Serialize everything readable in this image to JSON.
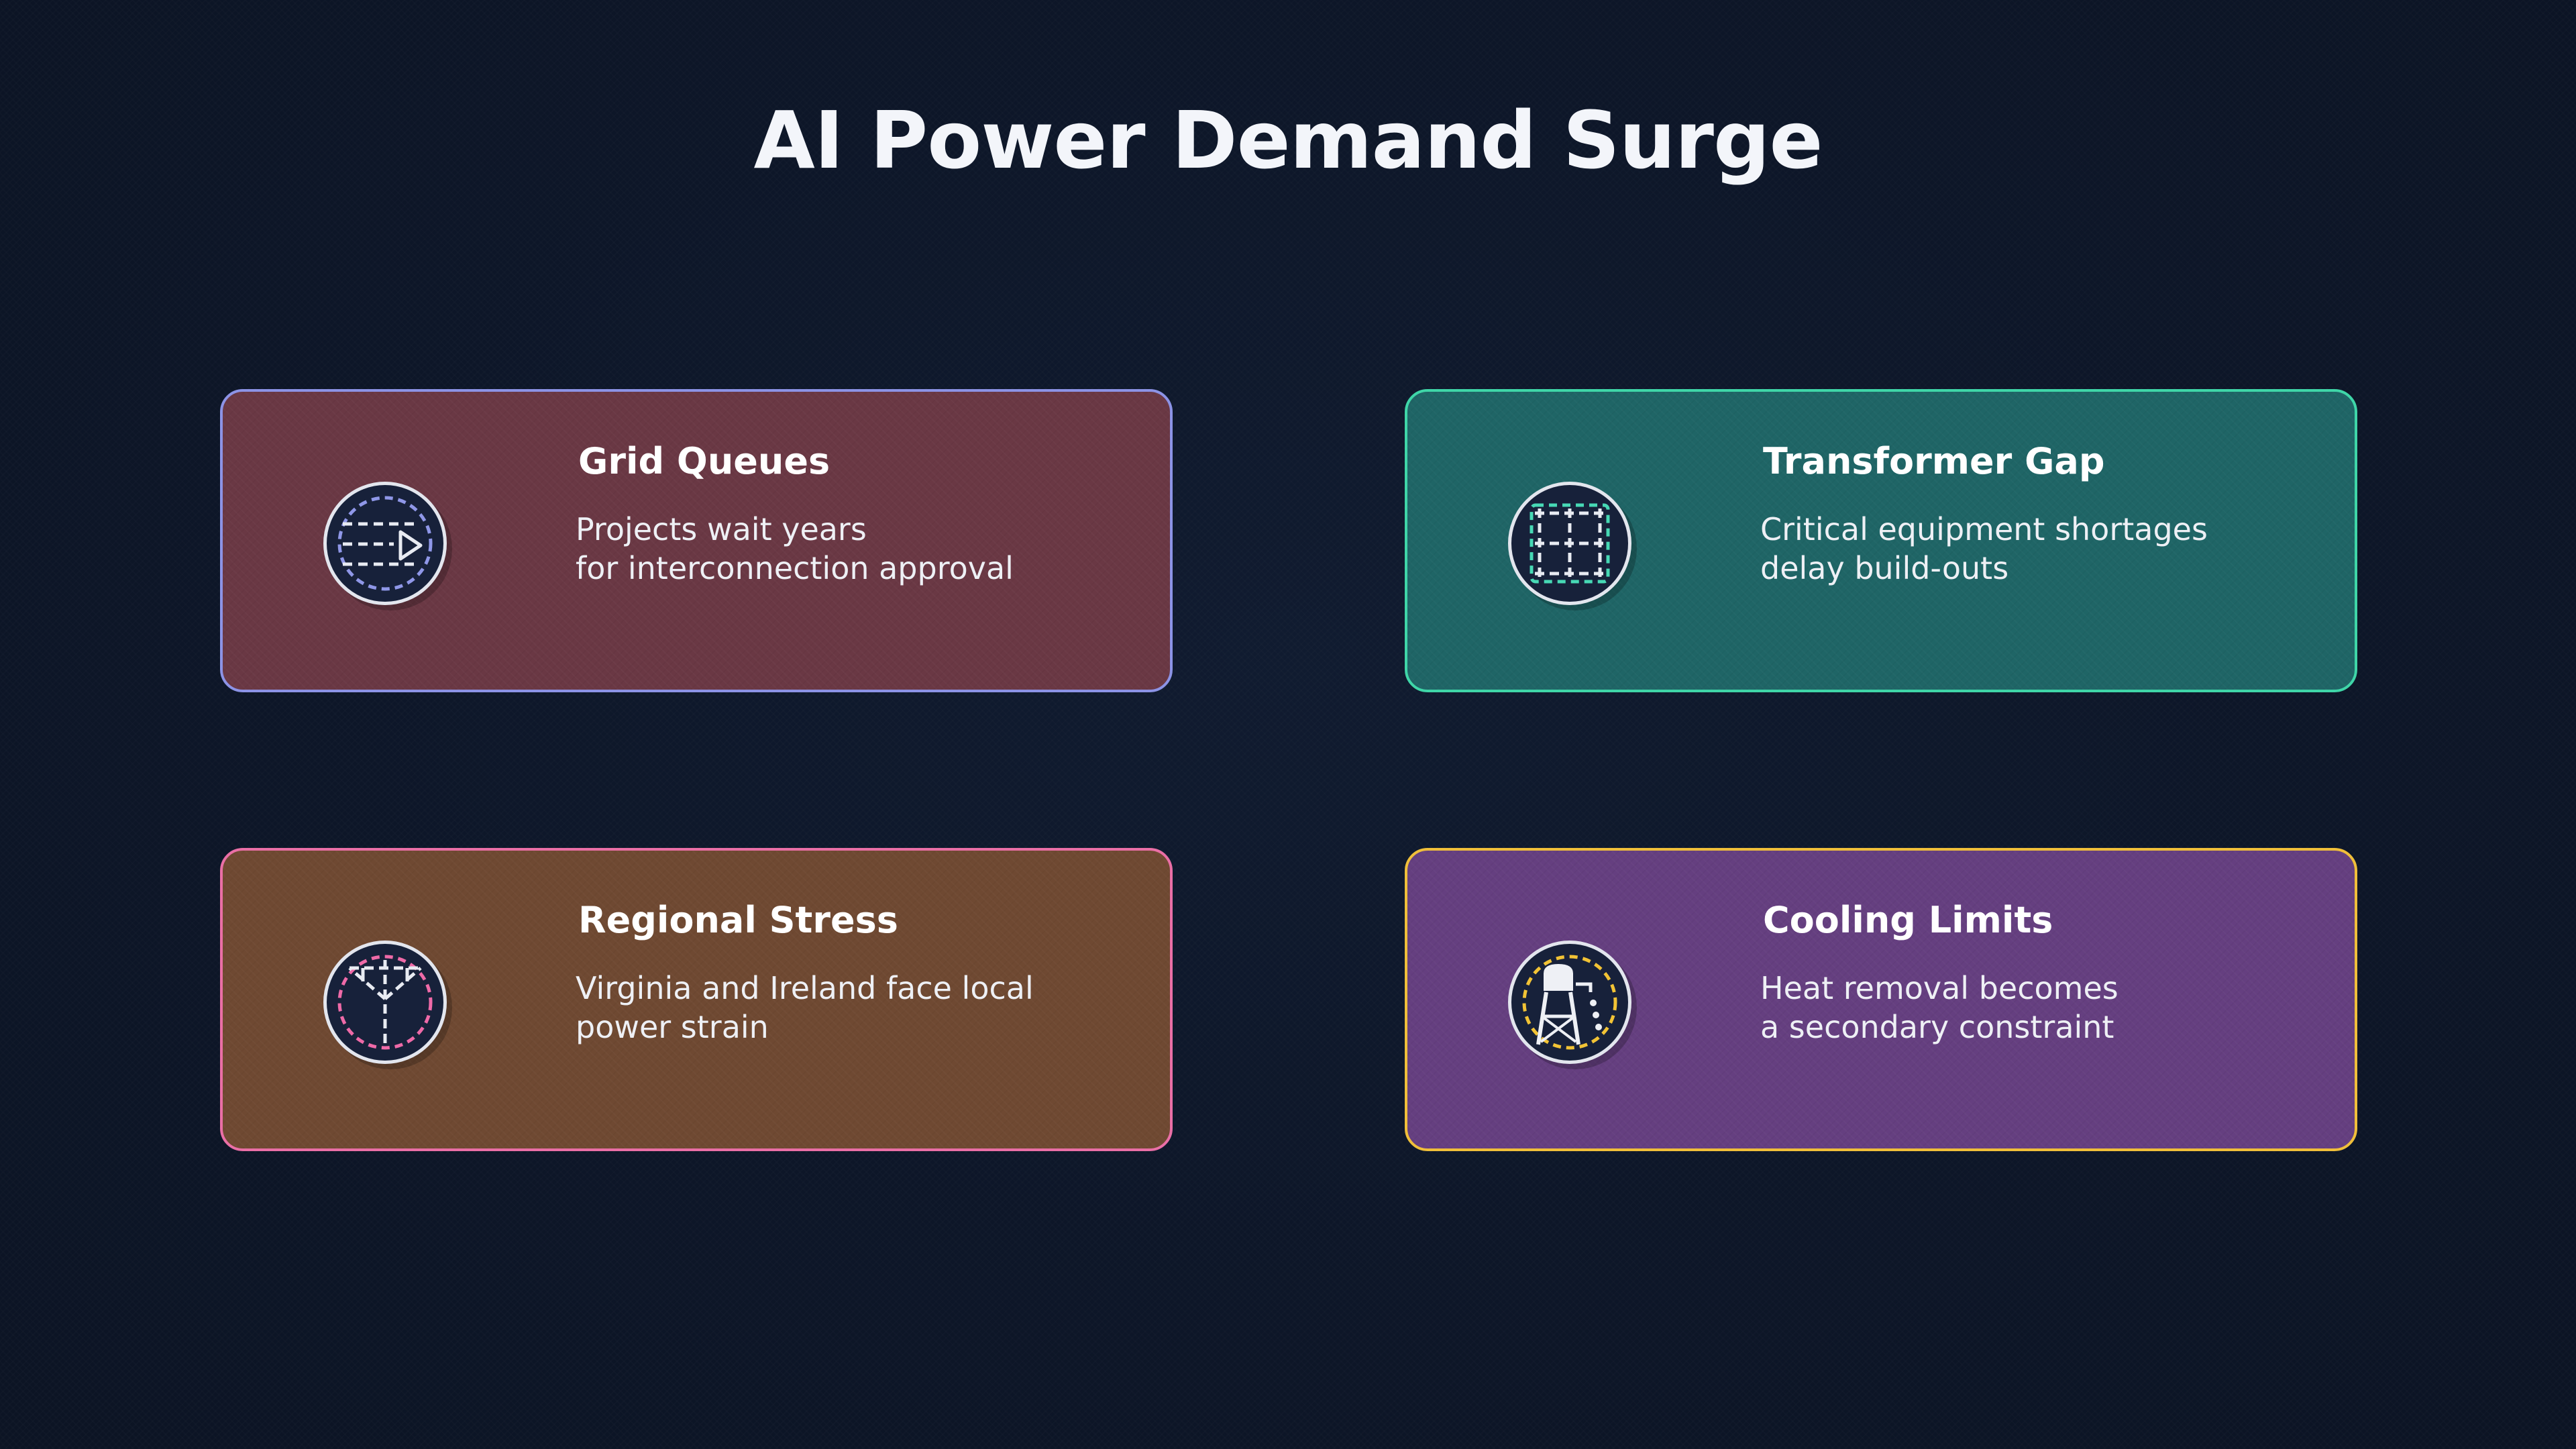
{
  "title": "AI Power Demand Surge",
  "cards": [
    {
      "title": "Grid Queues",
      "desc_lines": [
        "Projects wait years",
        "for interconnection approval"
      ],
      "icon": "queue-icon",
      "bg": "#6a3844",
      "border": "#8c93e6",
      "accent": "#8f97e8"
    },
    {
      "title": "Transformer Gap",
      "desc_lines": [
        "Critical equipment shortages",
        "delay build-outs"
      ],
      "icon": "grid-icon",
      "bg": "#1f6566",
      "border": "#3fd6a8",
      "accent": "#47d9b5"
    },
    {
      "title": "Regional Stress",
      "desc_lines": [
        "Virginia and Ireland face local",
        "power strain"
      ],
      "icon": "transmission-tower-icon",
      "bg": "#6f4932",
      "border": "#ea6fa6",
      "accent": "#ef6aa8"
    },
    {
      "title": "Cooling Limits",
      "desc_lines": [
        "Heat removal becomes",
        "a secondary constraint"
      ],
      "icon": "water-tower-icon",
      "bg": "#653f80",
      "border": "#f0bf3a",
      "accent": "#f2c335"
    }
  ]
}
